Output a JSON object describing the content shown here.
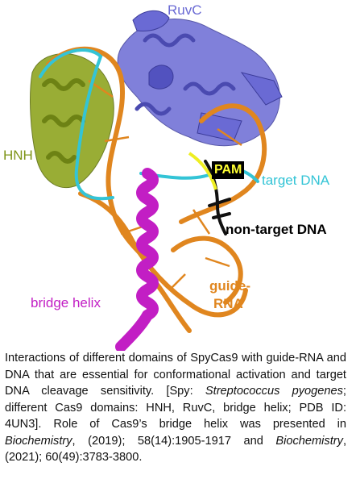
{
  "colors": {
    "ruvc": "#6a6ad4",
    "hnh": "#8fa520",
    "guide_rna": "#e0861f",
    "target_dna": "#33c4d6",
    "non_target_dna": "#111111",
    "bridge_helix": "#c21ec4",
    "pam_text": "#ffff33",
    "pam_bg": "#000000"
  },
  "labels": {
    "ruvc": "RuvC",
    "hnh": "HNH",
    "pam": "PAM",
    "target_dna": "target DNA",
    "non_target_dna": "non-target DNA",
    "bridge_helix": "bridge helix",
    "guide_rna_line1": "guide-",
    "guide_rna_line2": "RNA"
  },
  "caption": {
    "p1": "Interactions of different domains of SpyCas9 with guide-RNA and DNA that are essential for conformational activation and target DNA cleavage sensitivity. [Spy: ",
    "species": "Streptococcus pyogenes",
    "p2": "; different Cas9 domains: HNH, RuvC, bridge helix; PDB ID: 4UN3]. Role of Cas9’s bridge helix was presented in ",
    "journal1": "Biochemistry",
    "p3": ", (2019); 58(14):1905-1917 and ",
    "journal2": "Biochemistry",
    "p4": ", (2021); 60(49):3783-3800."
  }
}
